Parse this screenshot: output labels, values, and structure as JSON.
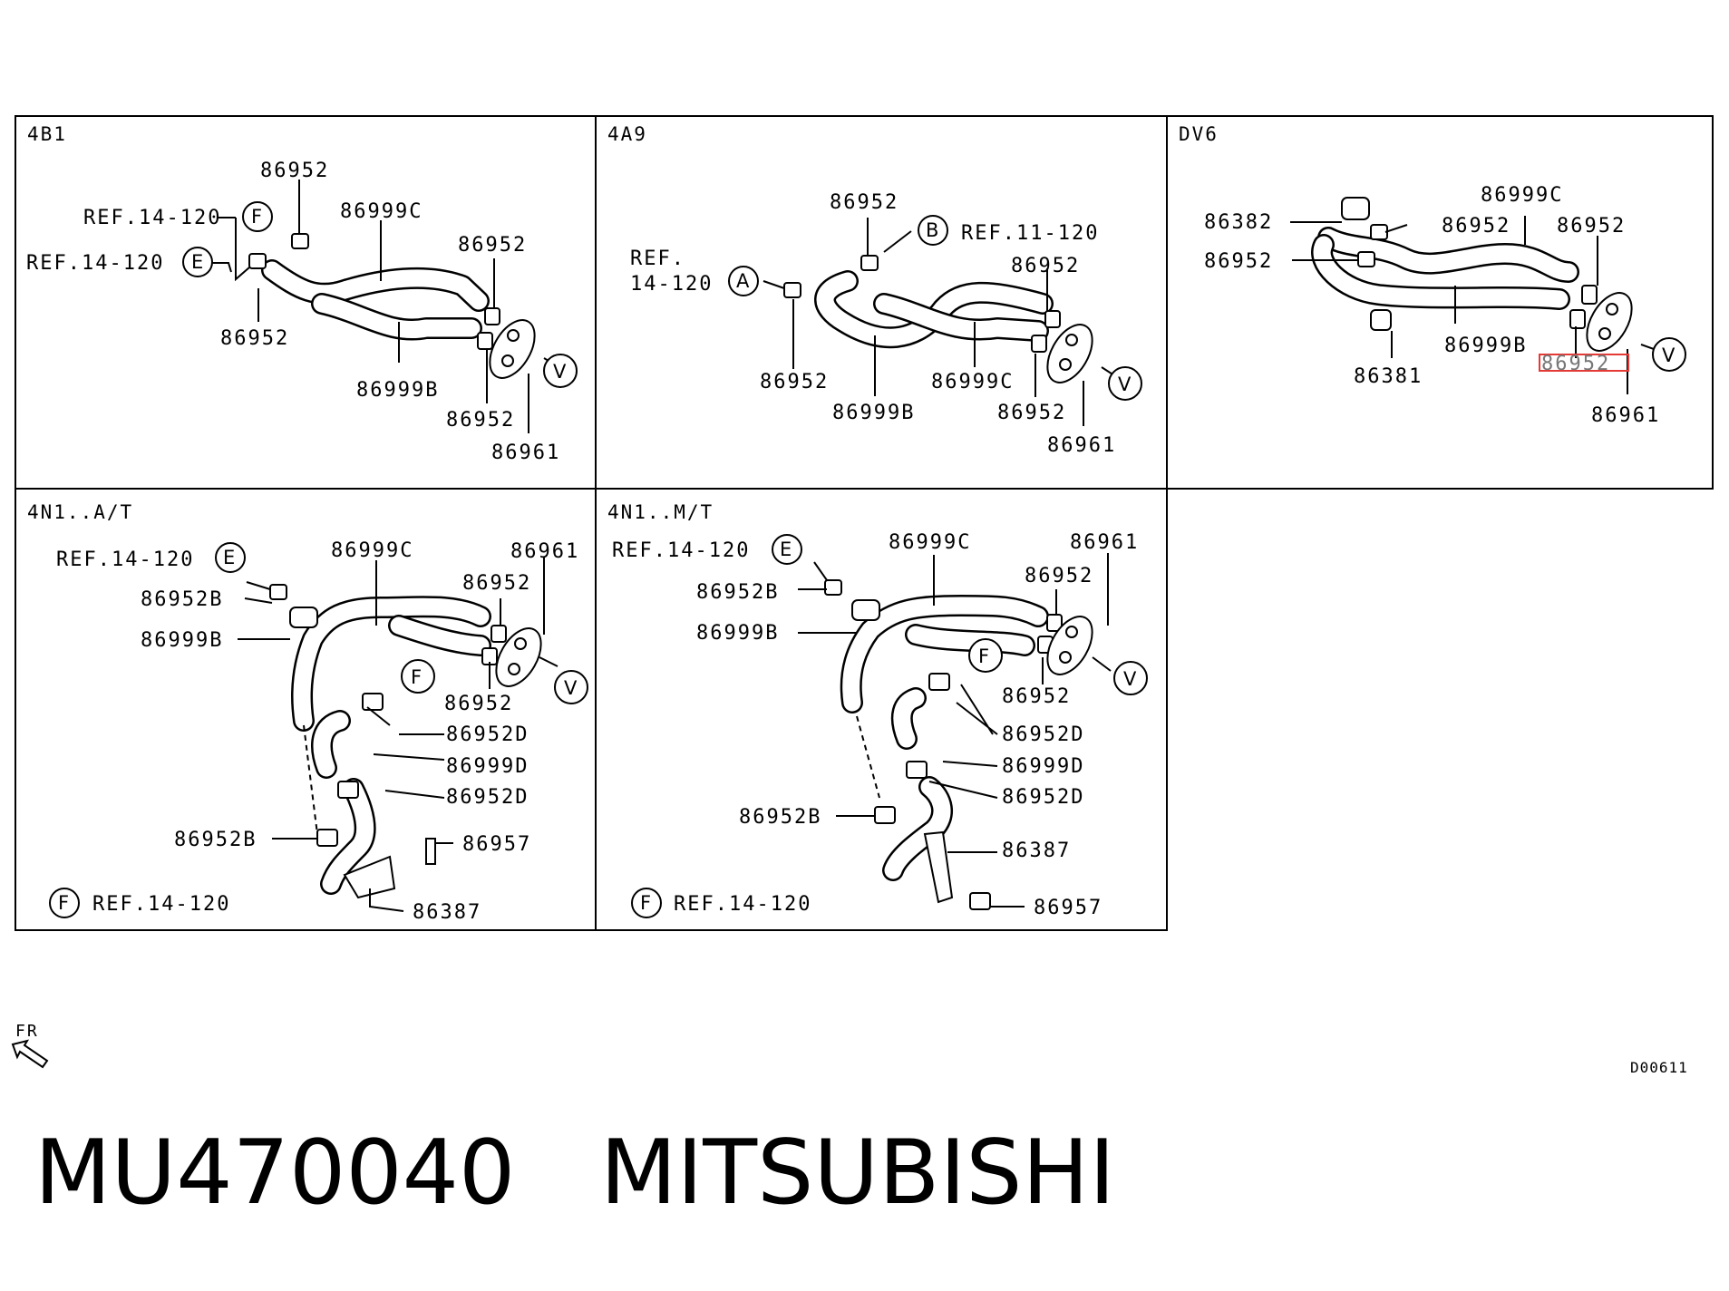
{
  "panels": [
    {
      "id": "4b1",
      "title": "4B1",
      "labels": [
        "86952",
        "REF.14-120",
        "86999C",
        "86952",
        "REF.14-120",
        "86952",
        "86999B",
        "86952",
        "86961"
      ],
      "circles": [
        "F",
        "E",
        "V"
      ]
    },
    {
      "id": "4a9",
      "title": "4A9",
      "labels": [
        "86952",
        "REF.11-120",
        "REF.",
        "14-120",
        "86952",
        "86952",
        "86999C",
        "86999B",
        "86952",
        "86961"
      ],
      "circles": [
        "B",
        "A",
        "V"
      ]
    },
    {
      "id": "dv6",
      "title": "DV6",
      "labels": [
        "86999C",
        "86382",
        "86952",
        "86952",
        "86952",
        "86999B",
        "86381",
        "86952",
        "86961"
      ],
      "circles": [
        "V"
      ]
    },
    {
      "id": "4n1at",
      "title": "4N1..A/T",
      "labels": [
        "REF.14-120",
        "86999C",
        "86961",
        "86952B",
        "86952",
        "86999B",
        "86952",
        "86952D",
        "86999D",
        "86952D",
        "86952B",
        "86957",
        "REF.14-120",
        "86387"
      ],
      "circles": [
        "E",
        "F",
        "V",
        "F"
      ]
    },
    {
      "id": "4n1mt",
      "title": "4N1..M/T",
      "labels": [
        "REF.14-120",
        "86999C",
        "86961",
        "86952B",
        "86952",
        "86999B",
        "86952",
        "86952D",
        "86999D",
        "86952D",
        "86952B",
        "86387",
        "86957",
        "REF.14-120"
      ],
      "circles": [
        "E",
        "F",
        "V",
        "F"
      ]
    }
  ],
  "highlight_color": "#e53935",
  "arrow_label": "FR",
  "diagram_code": "D00611",
  "part_title": "MU470040   MITSUBISHI"
}
